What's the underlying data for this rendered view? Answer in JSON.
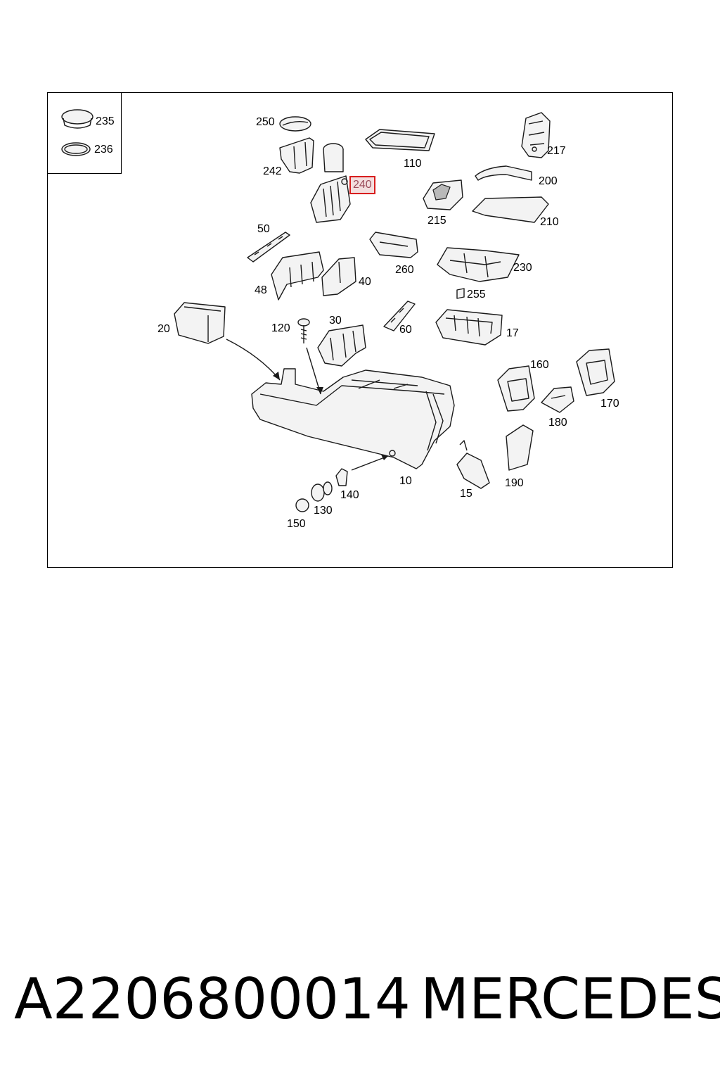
{
  "diagram": {
    "labels": {
      "l235": "235",
      "l236": "236",
      "l250": "250",
      "l242": "242",
      "l240": "240",
      "l110": "110",
      "l217": "217",
      "l200": "200",
      "l210": "210",
      "l215": "215",
      "l50": "50",
      "l48": "48",
      "l40": "40",
      "l260": "260",
      "l230": "230",
      "l255": "255",
      "l20": "20",
      "l120": "120",
      "l30": "30",
      "l60": "60",
      "l17": "17",
      "l160": "160",
      "l170": "170",
      "l180": "180",
      "l10": "10",
      "l140": "140",
      "l130": "130",
      "l150": "150",
      "l15": "15",
      "l190": "190"
    },
    "highlighted_part": "240",
    "highlight_color": "#d81e1e"
  },
  "footer": {
    "part_number": "A2206800014",
    "brand": "MERCEDES"
  }
}
